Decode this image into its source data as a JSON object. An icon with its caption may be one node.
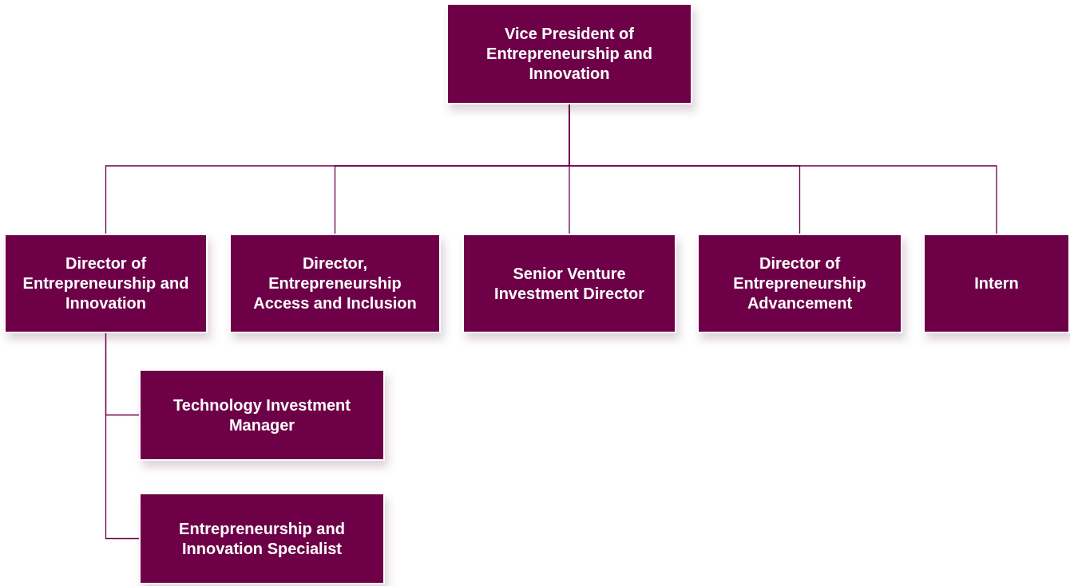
{
  "diagram": {
    "nodes": [
      {
        "text": [
          "Vice President of Entrepreneurship and Innovation"
        ]
      },
      {
        "text": [
          "Director of Entrepreneurship and Innovation"
        ]
      },
      {
        "text": [
          "Director, Entrepreneurship Access and Inclusion"
        ]
      },
      {
        "text": [
          "Senior Venture Investment Director"
        ]
      },
      {
        "text": [
          "Director of Entrepreneurship Advancement"
        ]
      },
      {
        "text": [
          "Intern"
        ]
      },
      {
        "text": [
          "Technology Investment Manager"
        ]
      },
      {
        "text": [
          "Entrepreneurship and Innovation Specialist"
        ]
      }
    ],
    "edges": [
      {
        "from": 0,
        "to": 1,
        "arrow": "none"
      },
      {
        "from": 0,
        "to": 2,
        "arrow": "none"
      },
      {
        "from": 0,
        "to": 3,
        "arrow": "none"
      },
      {
        "from": 0,
        "to": 4,
        "arrow": "none"
      },
      {
        "from": 0,
        "to": 5,
        "arrow": "none"
      },
      {
        "from": 1,
        "to": 6,
        "arrow": "none"
      },
      {
        "from": 1,
        "to": 7,
        "arrow": "none"
      }
    ]
  }
}
